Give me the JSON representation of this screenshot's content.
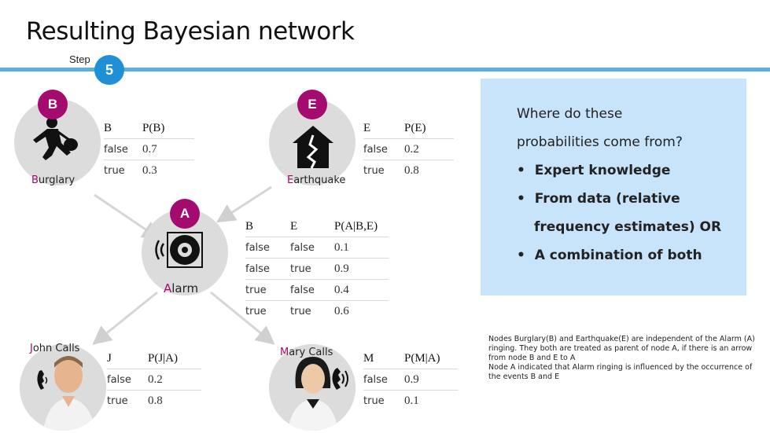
{
  "title": "Resulting Bayesian network",
  "step": {
    "label": "Step",
    "number": "5"
  },
  "nodes": {
    "burglary": {
      "badge": "B",
      "label_initial": "B",
      "label_rest": "urglary"
    },
    "earthquake": {
      "badge": "E",
      "label_initial": "E",
      "label_rest": "arthquake"
    },
    "alarm": {
      "badge": "A",
      "label_initial": "A",
      "label_rest": "larm"
    },
    "john": {
      "label_initial": "J",
      "label_rest": "ohn Calls"
    },
    "mary": {
      "label_initial": "M",
      "label_rest": "ary Calls"
    }
  },
  "tables": {
    "pb": {
      "headers": [
        "B",
        "P(B)"
      ],
      "rows": [
        [
          "false",
          "0.7"
        ],
        [
          "true",
          "0.3"
        ]
      ]
    },
    "pe": {
      "headers": [
        "E",
        "P(E)"
      ],
      "rows": [
        [
          "false",
          "0.2"
        ],
        [
          "true",
          "0.8"
        ]
      ]
    },
    "pa": {
      "headers": [
        "B",
        "E",
        "P(A|B,E)"
      ],
      "rows": [
        [
          "false",
          "false",
          "0.1"
        ],
        [
          "false",
          "true",
          "0.9"
        ],
        [
          "true",
          "false",
          "0.4"
        ],
        [
          "true",
          "true",
          "0.6"
        ]
      ]
    },
    "pj": {
      "headers": [
        "J",
        "P(J|A)"
      ],
      "rows": [
        [
          "false",
          "0.2"
        ],
        [
          "true",
          "0.8"
        ]
      ]
    },
    "pm": {
      "headers": [
        "M",
        "P(M|A)"
      ],
      "rows": [
        [
          "false",
          "0.9"
        ],
        [
          "true",
          "0.1"
        ]
      ]
    }
  },
  "info": {
    "question_line1": "Where do  these",
    "question_line2": "probabilities come from?",
    "bullets": [
      {
        "line1": "Expert knowledge",
        "line2": ""
      },
      {
        "line1": "From data (relative",
        "line2": "frequency estimates) OR"
      },
      {
        "line1": "A combination of both",
        "line2": ""
      }
    ]
  },
  "note": {
    "line1": "Nodes Burglary(B) and Earthquake(E) are independent of the Alarm (A) ringing. They both are treated as parent of node A,  if there is an arrow from node B and E to A",
    "line2": "Node A indicated that Alarm ringing is  influenced by the occurrence of the events  B and E"
  },
  "colors": {
    "accent_blue": "#1f8fd6",
    "badge_magenta": "#a50a6e",
    "info_bg": "#c7e4fa",
    "node_gray": "#dcdcdc"
  }
}
